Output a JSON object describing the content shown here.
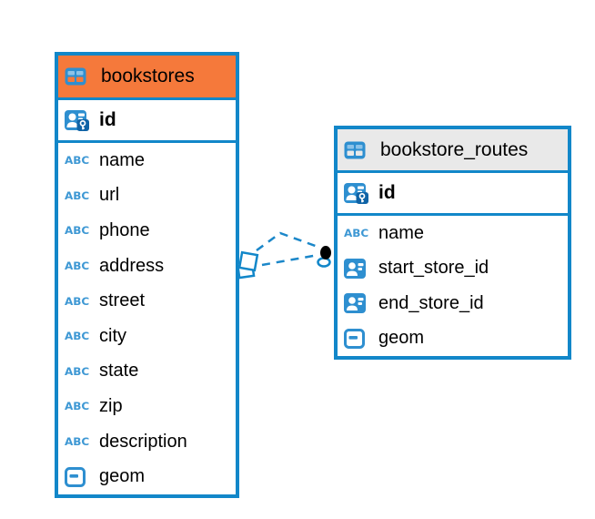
{
  "diagram": {
    "background": "#ffffff",
    "tables": [
      {
        "name": "bookstores",
        "header_color": "#f5793b",
        "columns": [
          {
            "name": "id",
            "icon": "primary-key",
            "key": true
          },
          {
            "name": "name",
            "icon": "text"
          },
          {
            "name": "url",
            "icon": "text"
          },
          {
            "name": "phone",
            "icon": "text"
          },
          {
            "name": "address",
            "icon": "text"
          },
          {
            "name": "street",
            "icon": "text"
          },
          {
            "name": "city",
            "icon": "text"
          },
          {
            "name": "state",
            "icon": "text"
          },
          {
            "name": "zip",
            "icon": "text"
          },
          {
            "name": "description",
            "icon": "text"
          },
          {
            "name": "geom",
            "icon": "object"
          }
        ]
      },
      {
        "name": "bookstore_routes",
        "header_color": "#e9e9e9",
        "columns": [
          {
            "name": "id",
            "icon": "primary-key",
            "key": true
          },
          {
            "name": "name",
            "icon": "text"
          },
          {
            "name": "start_store_id",
            "icon": "reference"
          },
          {
            "name": "end_store_id",
            "icon": "reference"
          },
          {
            "name": "geom",
            "icon": "object"
          }
        ]
      }
    ],
    "connections": [
      {
        "from_table": "bookstores",
        "to_table": "bookstore_routes",
        "line_style": "dashed",
        "left_marker": "diamond",
        "right_marker": "dot"
      },
      {
        "from_table": "bookstores",
        "to_table": "bookstore_routes",
        "line_style": "dashed",
        "left_marker": "diamond",
        "right_marker": "dot"
      }
    ],
    "colors": {
      "table_border": "#1287c9",
      "icon_blue": "#2e8fd0",
      "icon_dark_blue": "#0f63a6",
      "icon_cell_light": "#8cc2e8",
      "text_type_blue": "#3e98d4",
      "connector_blue": "#1b87c9",
      "header_orange": "#f5793b",
      "header_gray": "#e9e9e9",
      "text": "#000000"
    }
  }
}
